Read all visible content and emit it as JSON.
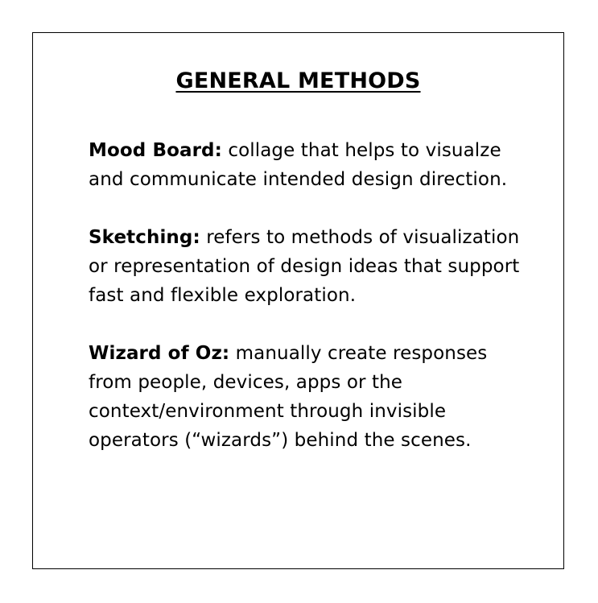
{
  "heading": "GENERAL METHODS",
  "entries": [
    {
      "term": "Mood Board:",
      "definition": "collage that helps to visualze and communicate intended design direction."
    },
    {
      "term": "Sketching:",
      "definition": "refers to methods of visualization or representation of design ideas that support fast and flexible exploration."
    },
    {
      "term": "Wizard of Oz:",
      "definition": "manually create responses from people, devices, apps or the context/environment through invisible operators (“wizards”) behind the scenes."
    }
  ]
}
